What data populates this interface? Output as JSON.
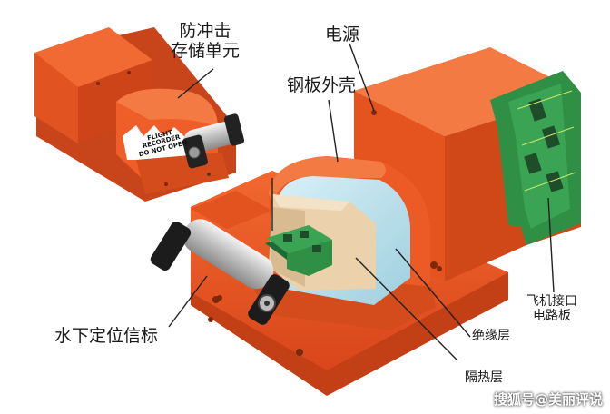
{
  "labels": {
    "crash_memory_unit": [
      "防冲击",
      "存储单元"
    ],
    "power": "电源",
    "steel_shell": "钢板外壳",
    "underwater_beacon": "水下定位信标",
    "aircraft_interface_board": [
      "飞机接口",
      "电路板"
    ],
    "insulation_layer": "绝缘层",
    "heat_insulation_layer": "隔热层"
  },
  "plate_text": [
    "FLIGHT",
    "RECORDER",
    "DO NOT OPEN"
  ],
  "watermark": "搜狐号@美丽评说",
  "colors": {
    "housing_orange": "#e8521e",
    "housing_dark": "#b83a10",
    "housing_light": "#f26a33",
    "circuit_green": "#2f8f45",
    "beacon_silver": "#c9c9c9",
    "insulation_blue": "#bfe3ee",
    "foam_beige": "#efd8b5"
  }
}
